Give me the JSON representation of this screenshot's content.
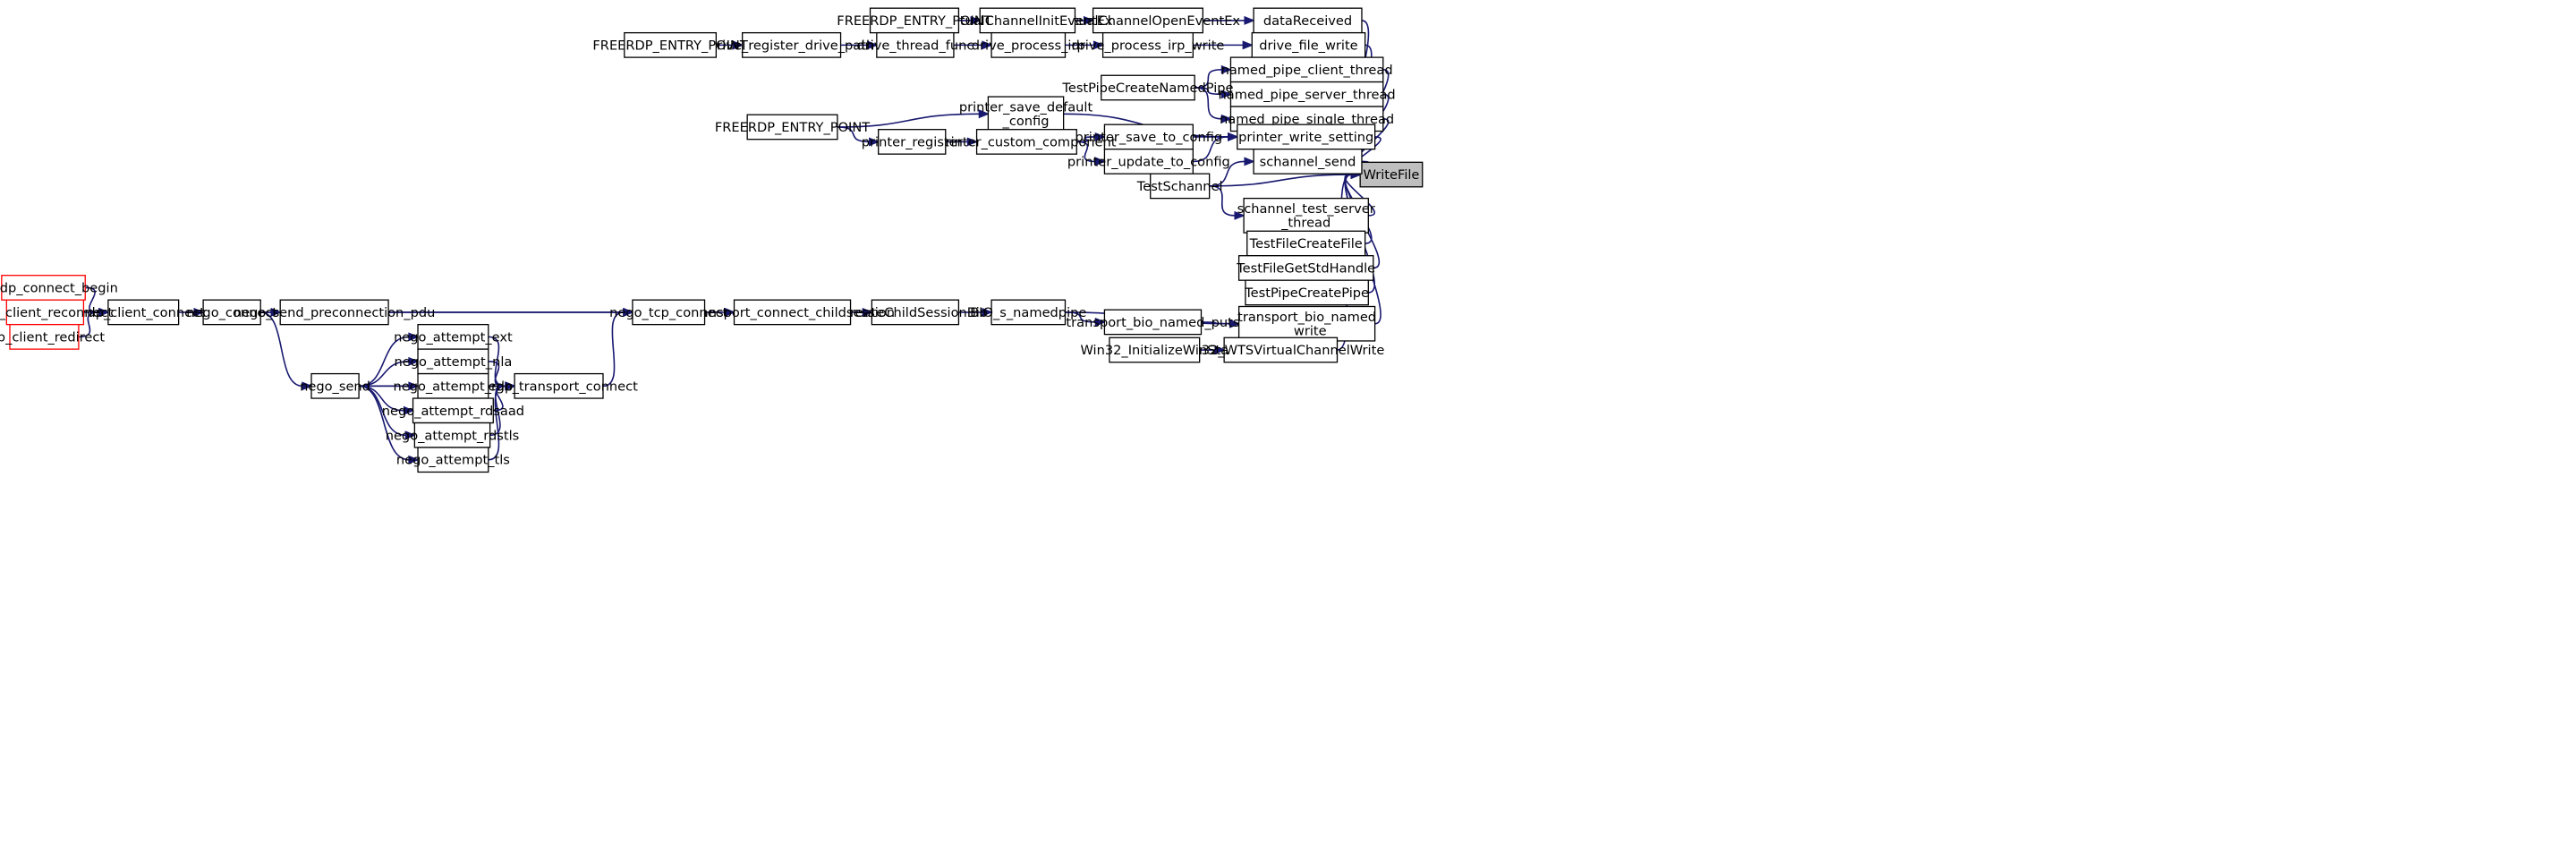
{
  "colors": {
    "edge": "#191970",
    "node_border": "#000000",
    "truncated_node_border": "#ff0000",
    "focus_node_fill": "#bfbfbf",
    "background": "#ffffff"
  },
  "nodes": {
    "writefile": "WriteFile",
    "datareceived": "dataReceived",
    "virtualchannelopeneventex": "VirtualChannelOpenEventEx",
    "virtualchanneliniteventex": "VirtualChannelInitEventEx",
    "freerdp_entry_point_1": "FREERDP_ENTRY_POINT",
    "drive_file_write": "drive_file_write",
    "drive_process_irp_write": "drive_process_irp_write",
    "drive_process_irp": "drive_process_irp",
    "drive_thread_func": "drive_thread_func",
    "drive_register_drive_path": "drive_register_drive_path",
    "freerdp_entry_point_2": "FREERDP_ENTRY_POINT",
    "named_pipe_client_thread": "named_pipe_client_thread",
    "named_pipe_server_thread": "named_pipe_server_thread",
    "named_pipe_single_thread": "named_pipe_single_thread",
    "testpipecreatenamedpipe": "TestPipeCreateNamedPipe",
    "printer_save_default_config": [
      "printer_save_default",
      "_config"
    ],
    "printer_write_setting": "printer_write_setting",
    "printer_save_to_config": "printer_save_to_config",
    "printer_update_to_config": "printer_update_to_config",
    "printer_custom_component": "printer_custom_component",
    "printer_register": "printer_register",
    "freerdp_entry_point_3": "FREERDP_ENTRY_POINT",
    "schannel_send": "schannel_send",
    "testschannel": "TestSchannel",
    "schannel_test_server_thread": [
      "schannel_test_server",
      "_thread"
    ],
    "testfilecreatefile": "TestFileCreateFile",
    "testfilegetstdhandle": "TestFileGetStdHandle",
    "testpipecreatepipe": "TestPipeCreatePipe",
    "transport_bio_named_write": [
      "transport_bio_named",
      "_write"
    ],
    "transport_bio_named_puts": "transport_bio_named_puts",
    "bio_s_namedpipe": "BIO_s_namedpipe",
    "createchildsessionbio": "createChildSessionBio",
    "transport_connect_childsession": "transport_connect_childsession",
    "nego_tcp_connect": "nego_tcp_connect",
    "nego_connect": "nego_connect",
    "nego_send_preconnection_pdu": "nego_send_preconnection_pdu",
    "rdp_client_connect": "rdp_client_connect",
    "freerdp_connect_begin": "freerdp_connect_begin",
    "rdp_client_reconnect": "rdp_client_reconnect",
    "rdp_client_redirect": "rdp_client_redirect",
    "nego_transport_connect": "nego_transport_connect",
    "nego_send": "nego_send",
    "nego_attempt_ext": "nego_attempt_ext",
    "nego_attempt_nla": "nego_attempt_nla",
    "nego_attempt_rdp": "nego_attempt_rdp",
    "nego_attempt_rdsaad": "nego_attempt_rdsaad",
    "nego_attempt_rdstls": "nego_attempt_rdstls",
    "nego_attempt_tls": "nego_attempt_tls",
    "win32_wtsvirtualchannelwrite": "Win32_WTSVirtualChannelWrite",
    "win32_initializewinsta": "Win32_InitializeWinSta"
  }
}
